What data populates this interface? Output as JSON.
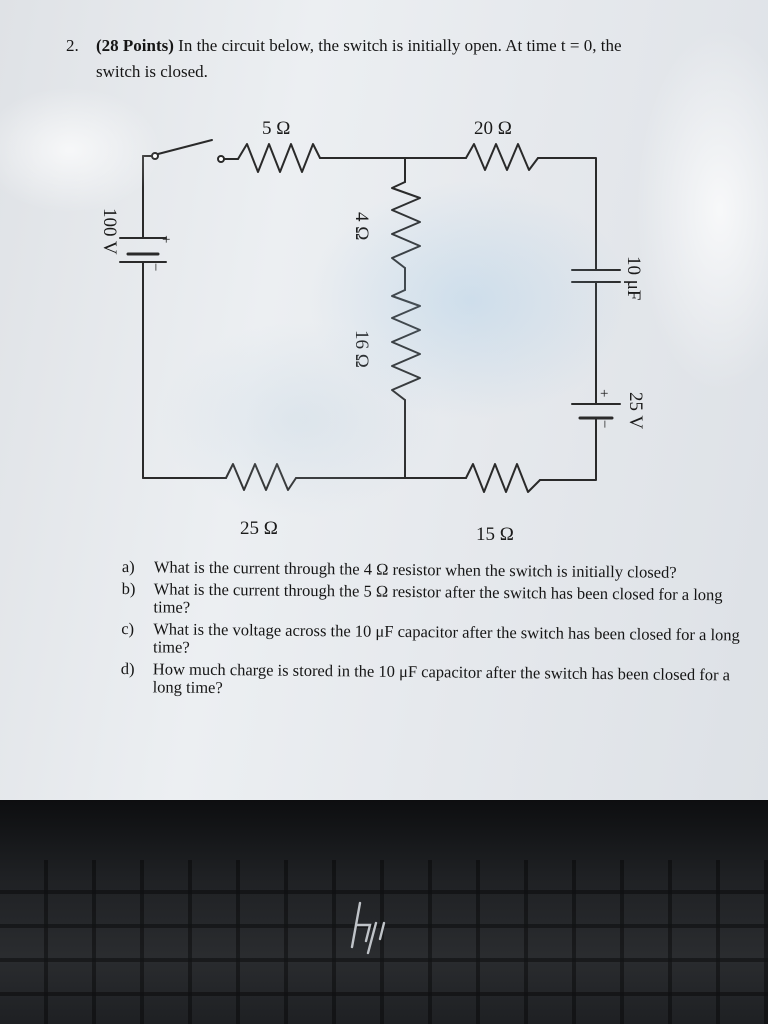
{
  "problem": {
    "number": "2.",
    "points": "(28 Points)",
    "line1": " In the circuit below, the switch is initially open. At time t = 0, the",
    "line2": "switch is closed."
  },
  "circuit": {
    "labels": {
      "r5": "5 Ω",
      "r20": "20 Ω",
      "r4": "4 Ω",
      "r16": "16 Ω",
      "r25": "25 Ω",
      "r15": "15 Ω",
      "cap": "10 μF",
      "source100": "100 V",
      "source25": "25 V",
      "plus": "+",
      "minus": "−"
    }
  },
  "questions": [
    {
      "letter": "a)",
      "text": "What is the current through the 4 Ω resistor when the switch is initially closed?"
    },
    {
      "letter": "b)",
      "text": "What is the current through the 5 Ω resistor after the switch has been closed for a long time?"
    },
    {
      "letter": "c)",
      "text": "What is the voltage across the 10 μF capacitor after the switch has been closed for a long time?"
    },
    {
      "letter": "d)",
      "text": "How much charge is stored in the 10 μF capacitor after the switch has been closed for a long time?"
    }
  ],
  "laptop": {
    "logo_icon": "hp-logo-icon"
  }
}
